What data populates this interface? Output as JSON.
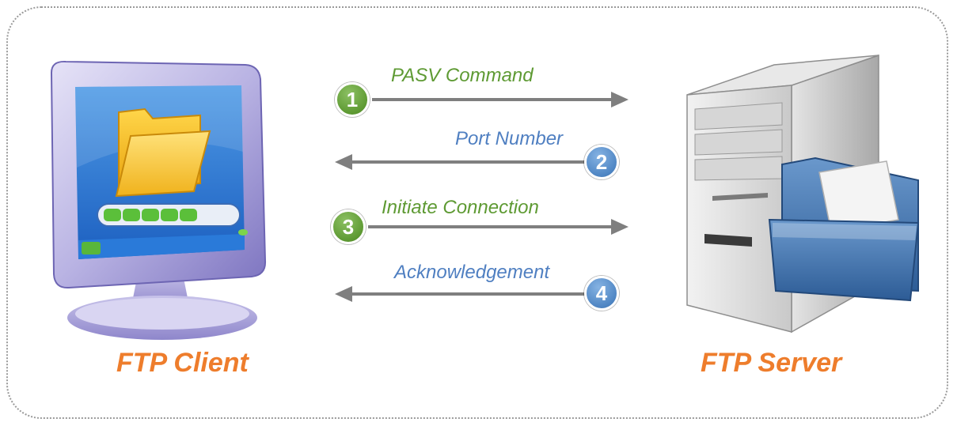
{
  "client": {
    "label": "FTP Client",
    "icon": "computer-monitor-icon"
  },
  "server": {
    "label": "FTP Server",
    "icon": "server-tower-icon"
  },
  "steps": [
    {
      "number": "1",
      "label": "PASV Command",
      "direction": "client-to-server",
      "color": "#5e9a33"
    },
    {
      "number": "2",
      "label": "Port Number",
      "direction": "server-to-client",
      "color": "#4f7fc1"
    },
    {
      "number": "3",
      "label": "Initiate Connection",
      "direction": "client-to-server",
      "color": "#5e9a33"
    },
    {
      "number": "4",
      "label": "Acknowledgement",
      "direction": "server-to-client",
      "color": "#4f7fc1"
    }
  ],
  "colors": {
    "caption": "#ee7d2c",
    "arrow": "#7f7f7f",
    "step_green": "#5e9a33",
    "step_blue": "#4f7fc1"
  }
}
